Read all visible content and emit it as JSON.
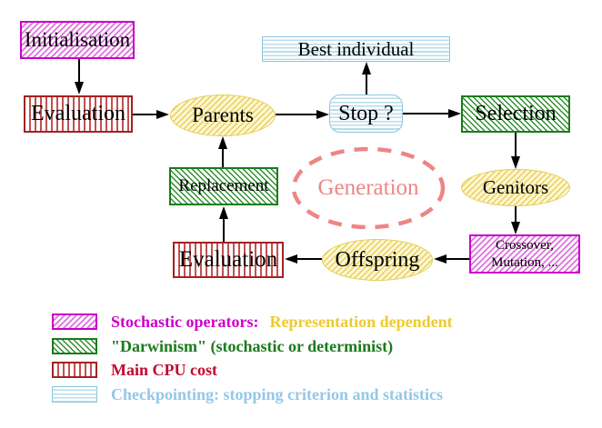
{
  "diagram": {
    "nodes": {
      "initialisation": {
        "label": "Initialisation",
        "style": "magenta-hatch"
      },
      "evaluation_top": {
        "label": "Evaluation",
        "style": "red-stripes"
      },
      "parents": {
        "label": "Parents",
        "style": "yellow-hatch"
      },
      "best_individual": {
        "label": "Best individual",
        "style": "cyan-stripes"
      },
      "stop": {
        "label": "Stop ?",
        "style": "cyan-stripes"
      },
      "selection": {
        "label": "Selection",
        "style": "green-hatch"
      },
      "replacement": {
        "label": "Replacement",
        "style": "green-hatch"
      },
      "generation": {
        "label": "Generation",
        "style": "dashed-salmon-ellipse"
      },
      "genitors": {
        "label": "Genitors",
        "style": "yellow-hatch"
      },
      "evaluation_bottom": {
        "label": "Evaluation",
        "style": "red-stripes"
      },
      "offspring": {
        "label": "Offspring",
        "style": "yellow-hatch"
      },
      "crossover_mutation": {
        "label_line1": "Crossover,",
        "label_line2": "Mutation, ...",
        "style": "magenta-hatch"
      }
    },
    "edges": [
      {
        "from": "initialisation",
        "to": "evaluation_top"
      },
      {
        "from": "evaluation_top",
        "to": "parents"
      },
      {
        "from": "parents",
        "to": "stop"
      },
      {
        "from": "stop",
        "to": "best_individual"
      },
      {
        "from": "stop",
        "to": "selection"
      },
      {
        "from": "selection",
        "to": "genitors"
      },
      {
        "from": "genitors",
        "to": "crossover_mutation"
      },
      {
        "from": "crossover_mutation",
        "to": "offspring"
      },
      {
        "from": "offspring",
        "to": "evaluation_bottom"
      },
      {
        "from": "evaluation_bottom",
        "to": "replacement"
      },
      {
        "from": "replacement",
        "to": "parents"
      }
    ],
    "colors": {
      "magenta": "#cc00cc",
      "green": "#1b7a1b",
      "red_border": "#a32222",
      "red_text": "#c10a30",
      "cyan": "#8cc6da",
      "yellow": "#e2ce55",
      "salmon": "#ee8585",
      "gold_text": "#eecb2f",
      "light_blue_text": "#93c8e8",
      "node_text": "#000000"
    }
  },
  "legend": {
    "items": [
      {
        "swatch": "magenta-hatch",
        "parts": [
          {
            "text": "Stochastic operators:",
            "color": "#cc00cc"
          },
          {
            "text": "Representation dependent",
            "color": "#eecb2f"
          }
        ]
      },
      {
        "swatch": "green-hatch",
        "parts": [
          {
            "text": "\"Darwinism\" (stochastic or determinist)",
            "color": "#1b7a1b"
          }
        ]
      },
      {
        "swatch": "red-stripes",
        "parts": [
          {
            "text": "Main CPU cost",
            "color": "#c10a30"
          }
        ]
      },
      {
        "swatch": "cyan-stripes",
        "parts": [
          {
            "text": "Checkpointing: stopping criterion and statistics",
            "color": "#93c8e8"
          }
        ]
      }
    ]
  }
}
